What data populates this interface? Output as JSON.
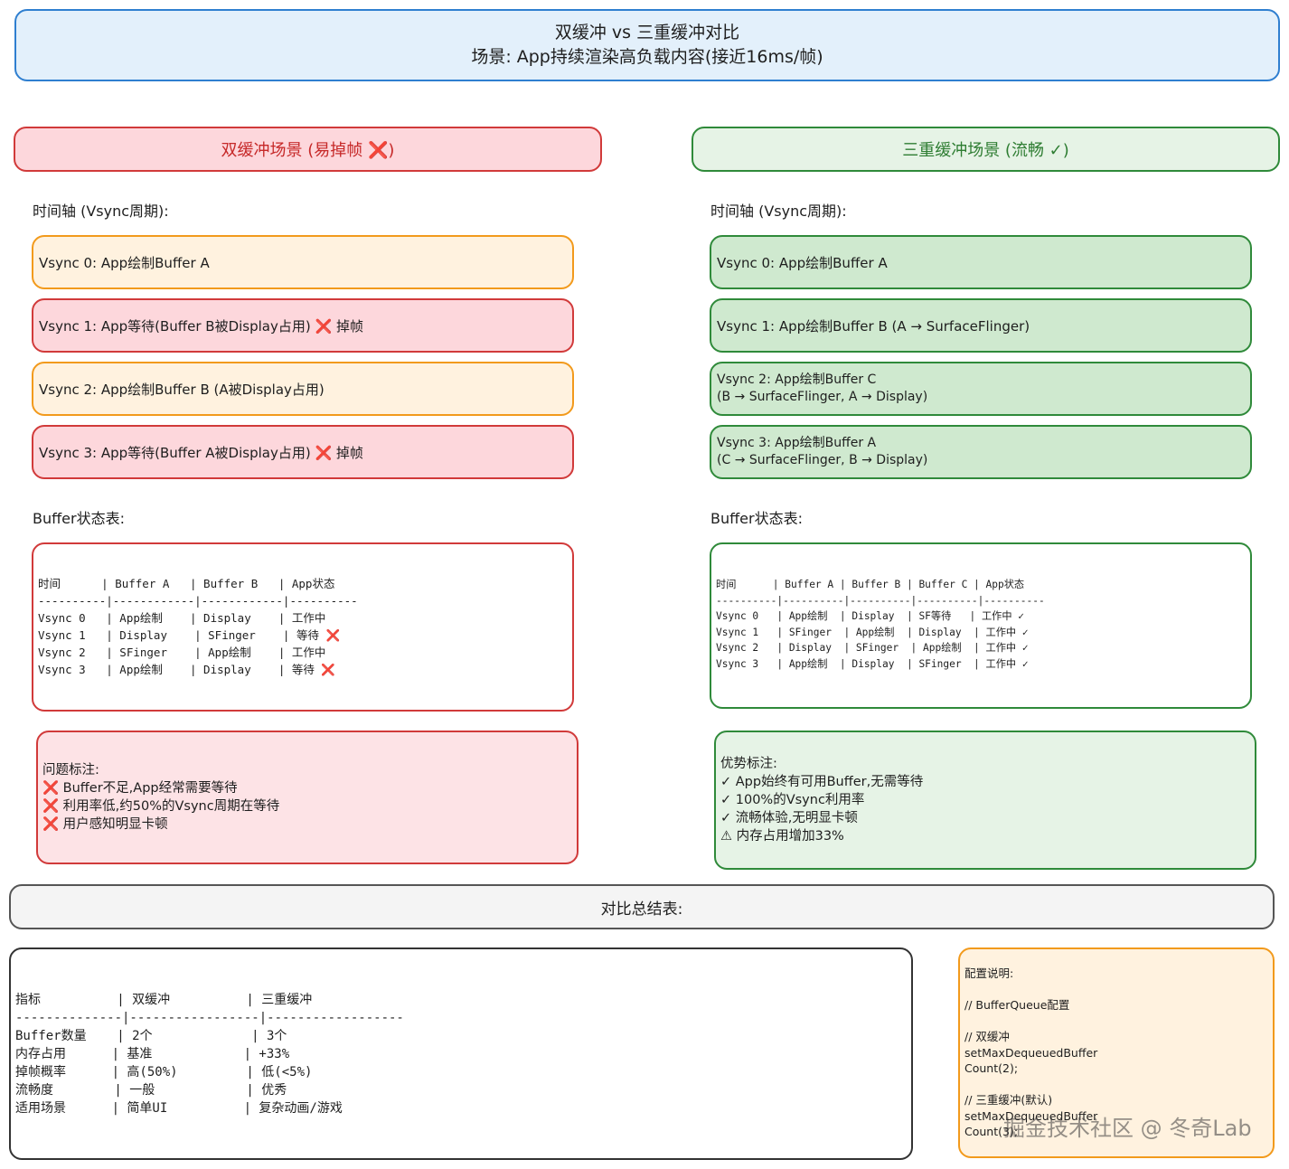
{
  "header": {
    "title": "双缓冲 vs 三重缓冲对比",
    "subtitle": "场景: App持续渲染高负载内容(接近16ms/帧)"
  },
  "double": {
    "heading": "双缓冲场景 (易掉帧 ❌)",
    "timeline_label": "时间轴 (Vsync周期):",
    "steps": [
      "Vsync 0: App绘制Buffer A",
      "Vsync 1: App等待(Buffer B被Display占用) ❌ 掉帧",
      "Vsync 2: App绘制Buffer B (A被Display占用)",
      "Vsync 3: App等待(Buffer A被Display占用) ❌ 掉帧"
    ],
    "table_label": "Buffer状态表:",
    "table_text": "时间      | Buffer A   | Buffer B   | App状态\n----------|------------|------------|----------\nVsync 0   | App绘制    | Display    | 工作中\nVsync 1   | Display    | SFinger    | 等待 ❌\nVsync 2   | SFinger    | App绘制    | 工作中\nVsync 3   | App绘制    | Display    | 等待 ❌",
    "notes": [
      "问题标注:",
      "❌ Buffer不足,App经常需要等待",
      "❌ 利用率低,约50%的Vsync周期在等待",
      "❌ 用户感知明显卡顿"
    ]
  },
  "triple": {
    "heading": "三重缓冲场景 (流畅 ✓)",
    "timeline_label": "时间轴 (Vsync周期):",
    "steps": [
      "Vsync 0: App绘制Buffer A",
      "Vsync 1: App绘制Buffer B (A → SurfaceFlinger)",
      "Vsync 2: App绘制Buffer C\n(B → SurfaceFlinger, A → Display)",
      "Vsync 3: App绘制Buffer A\n(C → SurfaceFlinger, B → Display)"
    ],
    "table_label": "Buffer状态表:",
    "table_text": "时间      | Buffer A | Buffer B | Buffer C | App状态\n----------|----------|----------|----------|----------\nVsync 0   | App绘制  | Display  | SF等待   | 工作中 ✓\nVsync 1   | SFinger  | App绘制  | Display  | 工作中 ✓\nVsync 2   | Display  | SFinger  | App绘制  | 工作中 ✓\nVsync 3   | App绘制  | Display  | SFinger  | 工作中 ✓",
    "notes": [
      "优势标注:",
      "✓ App始终有可用Buffer,无需等待",
      "✓ 100%的Vsync利用率",
      "✓ 流畅体验,无明显卡顿",
      "⚠ 内存占用增加33%"
    ]
  },
  "summary": {
    "heading": "对比总结表:",
    "table_text": "指标          | 双缓冲          | 三重缓冲\n--------------|-----------------|------------------\nBuffer数量    | 2个             | 3个\n内存占用      | 基准            | +33%\n掉帧概率      | 高(50%)         | 低(<5%)\n流畅度        | 一般            | 优秀\n适用场景      | 简单UI          | 复杂动画/游戏"
  },
  "config": {
    "text": "配置说明:\n\n// BufferQueue配置\n\n// 双缓冲\nsetMaxDequeuedBuffer\nCount(2);\n\n// 三重缓冲(默认)\nsetMaxDequeuedBuffer\nCount(3);"
  },
  "watermark": "掘金技术社区 @ 冬奇Lab"
}
